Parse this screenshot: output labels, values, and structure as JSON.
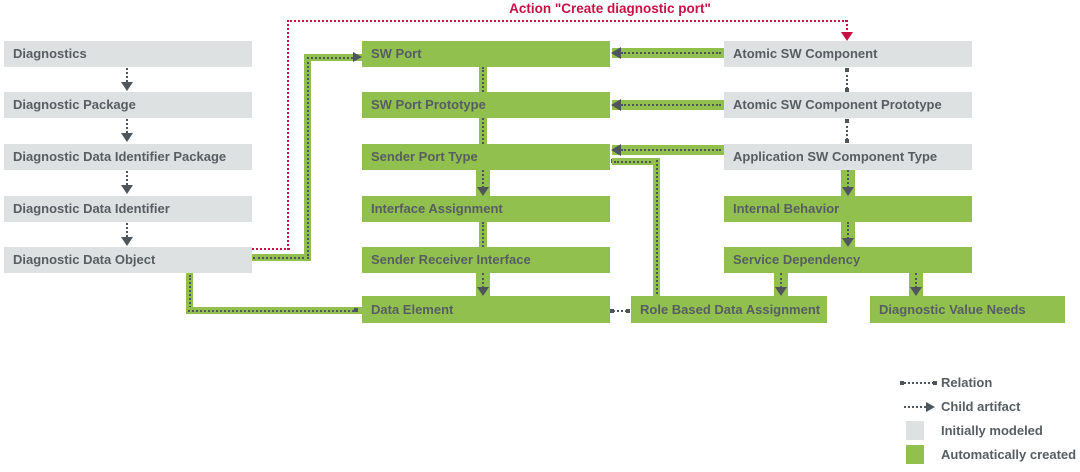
{
  "action": {
    "label": "Action \"Create diagnostic port\""
  },
  "boxes": {
    "diagnostics": {
      "label": "Diagnostics",
      "status": "Initially modeled"
    },
    "diagnostic_package": {
      "label": "Diagnostic Package",
      "status": "Initially modeled"
    },
    "diagnostic_data_identifier_package": {
      "label": "Diagnostic Data Identifier Package",
      "status": "Initially modeled"
    },
    "diagnostic_data_identifier": {
      "label": "Diagnostic Data Identifier",
      "status": "Initially modeled"
    },
    "diagnostic_data_object": {
      "label": "Diagnostic Data Object",
      "status": "Initially modeled"
    },
    "sw_port": {
      "label": "SW Port",
      "status": "Automatically created"
    },
    "sw_port_prototype": {
      "label": "SW Port Prototype",
      "status": "Automatically created"
    },
    "sender_port_type": {
      "label": "Sender Port Type",
      "status": "Automatically created"
    },
    "interface_assignment": {
      "label": "Interface Assignment",
      "status": "Automatically created"
    },
    "sender_receiver_interface": {
      "label": "Sender Receiver Interface",
      "status": "Automatically created"
    },
    "data_element": {
      "label": "Data Element",
      "status": "Automatically created"
    },
    "atomic_sw_component": {
      "label": "Atomic SW Component",
      "status": "Initially modeled"
    },
    "atomic_sw_component_prototype": {
      "label": "Atomic SW Component Prototype",
      "status": "Initially modeled"
    },
    "application_sw_component_type": {
      "label": "Application SW Component Type",
      "status": "Initially modeled"
    },
    "internal_behavior": {
      "label": "Internal Behavior",
      "status": "Automatically created"
    },
    "service_dependency": {
      "label": "Service Dependency",
      "status": "Automatically created"
    },
    "role_based_data_assignment": {
      "label": "Role Based Data Assignment",
      "status": "Automatically created"
    },
    "diagnostic_value_needs": {
      "label": "Diagnostic Value Needs",
      "status": "Automatically created"
    }
  },
  "legend": {
    "relation_label": "Relation",
    "child_artifact_label": "Child artifact",
    "initially_modeled_label": "Initially modeled",
    "automatically_created_label": "Automatically created"
  },
  "colors": {
    "initially_modeled_fill": "#dee1e2",
    "automatically_created_fill": "#92c04f",
    "action_red": "#c81045",
    "text_dark": "#565e63",
    "connector_dark": "#4e565b"
  }
}
